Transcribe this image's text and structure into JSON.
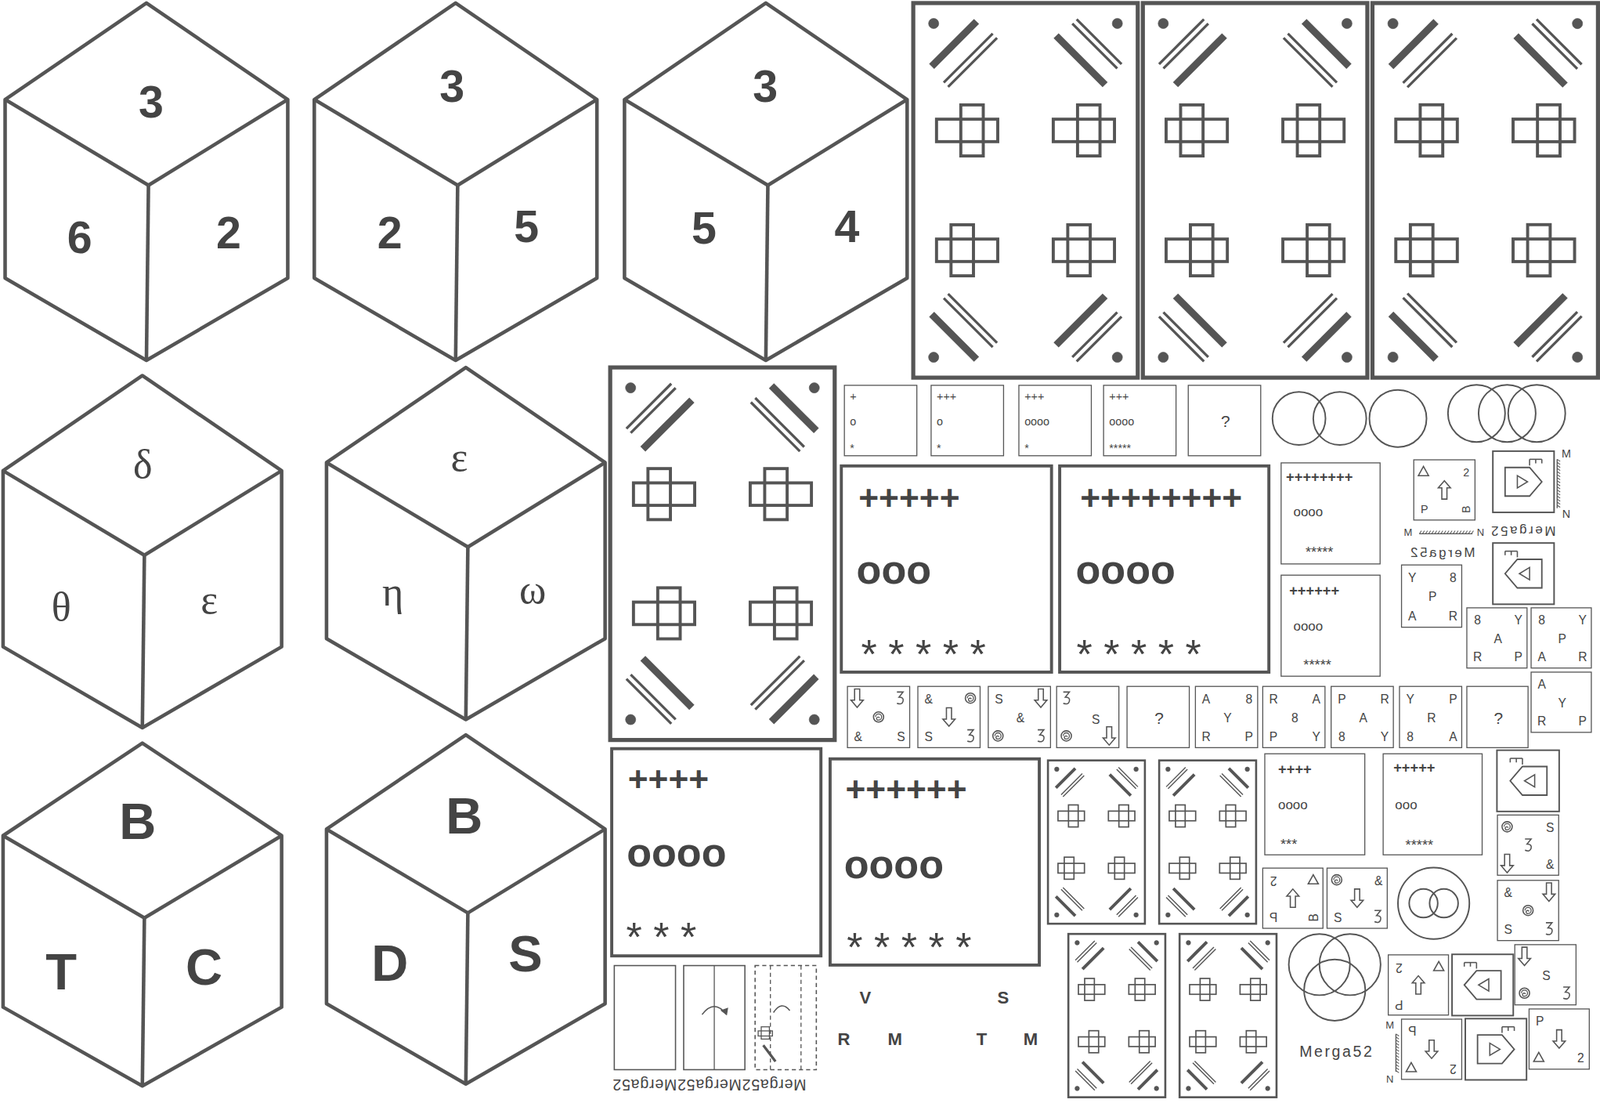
{
  "diagram": {
    "nodes": [
      {
        "text": [
          "3",
          "6",
          "2"
        ]
      },
      {
        "text": [
          "3",
          "2",
          "5"
        ]
      },
      {
        "text": [
          "3",
          "5",
          "4"
        ]
      },
      {
        "text": [
          "+",
          "o",
          "*"
        ]
      },
      {
        "text": [
          "+++",
          "o",
          "*"
        ]
      },
      {
        "text": [
          "+++",
          "oooo",
          "*"
        ]
      },
      {
        "text": [
          "+++",
          "oooo",
          "*****"
        ]
      },
      {
        "text": [
          "?"
        ]
      },
      {
        "text": [
          "δ",
          "θ",
          "ε"
        ]
      },
      {
        "text": [
          "ε",
          "η",
          "ω"
        ]
      },
      {
        "text": [
          "+++++",
          "ooo",
          "* * * * *"
        ]
      },
      {
        "text": [
          "++++++++",
          "oooo",
          "* * * * *"
        ]
      },
      {
        "text": [
          "2",
          "P",
          "B"
        ]
      },
      {
        "text": [
          "++++++++",
          "oooo",
          "*****"
        ]
      },
      {
        "text": [
          "Y",
          "8",
          "P",
          "A",
          "R"
        ]
      },
      {
        "text": [
          "8",
          "Y",
          "A",
          "R",
          "P"
        ]
      },
      {
        "text": [
          "8",
          "Y",
          "P",
          "A",
          "R"
        ]
      },
      {
        "text": [
          "++++++",
          "oooo",
          "*****"
        ]
      },
      {
        "text": [
          "&",
          "S"
        ]
      },
      {
        "text": [
          "&",
          "S"
        ]
      },
      {
        "text": [
          "S",
          "&"
        ]
      },
      {
        "text": [
          "S"
        ]
      },
      {
        "text": [
          "?"
        ]
      },
      {
        "text": [
          "A",
          "8",
          "Y",
          "R",
          "P"
        ]
      },
      {
        "text": [
          "R",
          "A",
          "8",
          "P",
          "Y"
        ]
      },
      {
        "text": [
          "P",
          "R",
          "A",
          "8",
          "Y"
        ]
      },
      {
        "text": [
          "Y",
          "P",
          "R",
          "8",
          "A"
        ]
      },
      {
        "text": [
          "?"
        ]
      },
      {
        "text": [
          "A",
          "Y",
          "R",
          "P"
        ]
      },
      {
        "text": [
          "B",
          "T",
          "C"
        ]
      },
      {
        "text": [
          "B",
          "D",
          "S"
        ]
      },
      {
        "text": [
          "++++",
          "oooo",
          "* * *"
        ]
      },
      {
        "text": [
          "++++++",
          "oooo",
          "* * * * *"
        ]
      },
      {
        "text": [
          "++++",
          "oooo",
          "***"
        ]
      },
      {
        "text": [
          "+++++",
          "ooo",
          "*****"
        ]
      },
      {
        "text": [
          "S",
          "&"
        ]
      },
      {
        "text": [
          "2",
          "P",
          "B"
        ]
      },
      {
        "text": [
          "&",
          "S"
        ]
      },
      {
        "text": [
          "&",
          "S"
        ]
      },
      {
        "text": [
          "S"
        ]
      },
      {
        "text": [
          "2",
          "P"
        ]
      },
      {
        "text": [
          "P",
          "2"
        ]
      },
      {
        "text": [
          "P",
          "2"
        ]
      }
    ],
    "labels": [
      "M",
      "N",
      "Merga52",
      "Merga52",
      "M",
      "N",
      "Merga52Merga52Merga52",
      "V",
      "S",
      "R",
      "M",
      "T",
      "M",
      "M",
      "N",
      "Merga52"
    ]
  }
}
